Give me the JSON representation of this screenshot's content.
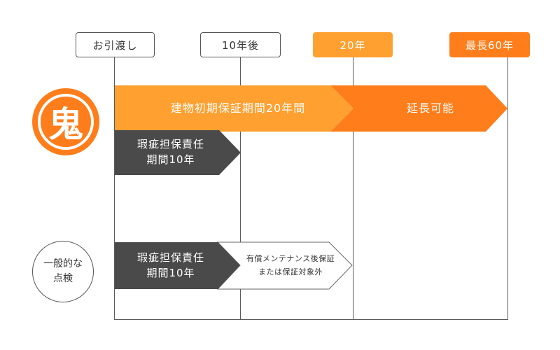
{
  "milestones": {
    "handover": "お引渡し",
    "year10": "10年後",
    "year20": "20年",
    "year60": "最長60年"
  },
  "oni": {
    "badge": "鬼",
    "initial_warranty": "建物初期保証期間20年間",
    "extension": "延長可能",
    "defect_liability_line1": "瑕疵担保責任",
    "defect_liability_line2": "期間10年"
  },
  "general": {
    "badge_line1": "一般的な",
    "badge_line2": "点検",
    "defect_liability_line1": "瑕疵担保責任",
    "defect_liability_line2": "期間10年",
    "paid_line1": "有償メンテナンス後保証",
    "paid_line2": "または保証対象外"
  },
  "colors": {
    "orange_light": "#ffa030",
    "orange_dark": "#ff7d1a",
    "dark_gray": "#4a4a4a",
    "line_gray": "#5a5a5a"
  }
}
